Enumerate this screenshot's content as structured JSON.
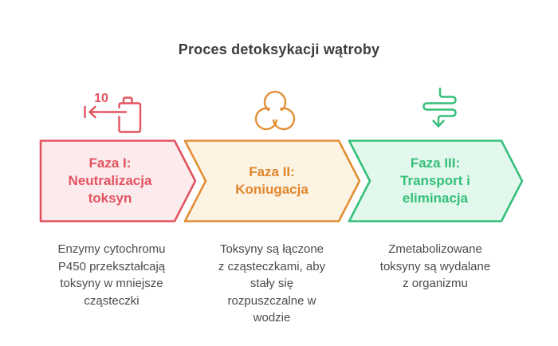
{
  "title": "Proces detoksykacji wątroby",
  "phases": [
    {
      "name": "Faza I",
      "label": "Faza I:\nNeutralizacja\ntoksyn",
      "description": "Enzymy cytochromu\nP450 przekształcają\ntoksyny w mniejsze\ncząsteczki",
      "icon": "export-10-icon",
      "icon_text": "10",
      "accent_color": "#e25360",
      "fill_color": "#fcebec"
    },
    {
      "name": "Faza II",
      "label": "Faza II:\nKoniugacja",
      "description": "Toksyny są łączone\nz cząsteczkami, aby\nstały się\nrozpuszczalne w\nwodzie",
      "icon": "biohazard-icon",
      "accent_color": "#e0862e",
      "fill_color": "#fdf3e3"
    },
    {
      "name": "Faza III",
      "label": "Faza III:\nTransport i\neliminacja",
      "description": "Zmetabolizowane\ntoksyny są wydalane\nz organizmu",
      "icon": "winding-arrow-down-icon",
      "accent_color": "#35bf7a",
      "fill_color": "#e3f8ec"
    }
  ],
  "colors": {
    "title_text": "#3d3d3d",
    "body_text": "#4b4b4b",
    "background": "#ffffff"
  }
}
